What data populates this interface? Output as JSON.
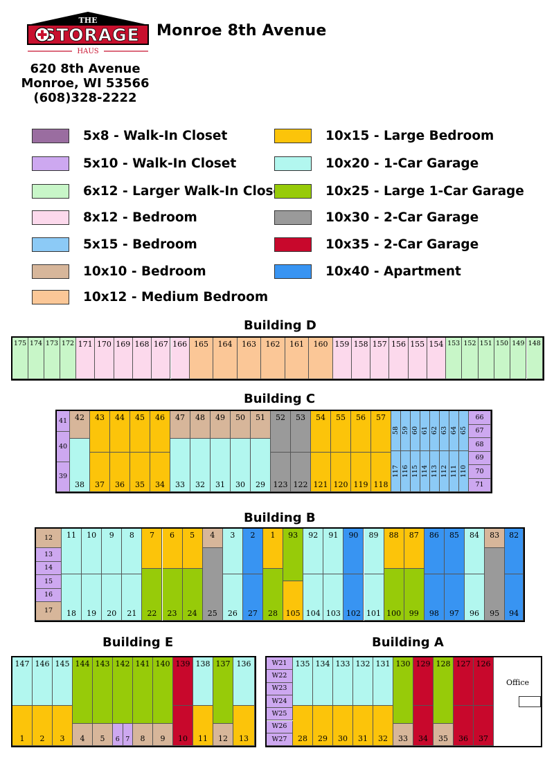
{
  "header": {
    "logo": {
      "top_text": "THE",
      "main_text": "STORAGE",
      "bottom_text": "HAUS"
    },
    "site_title": "Monroe 8th Avenue",
    "address_lines": [
      "620 8th Avenue",
      "Monroe, WI 53566",
      "(608)328-2222"
    ]
  },
  "colors": {
    "5x8": "#9a6da0",
    "5x10": "#cda8f0",
    "6x12": "#c8f6c8",
    "8x12": "#fcd9ec",
    "5x15": "#8ccaf6",
    "10x10": "#d7b69a",
    "10x12": "#fbc797",
    "10x15": "#fcc40a",
    "10x20": "#b2f7ef",
    "10x25": "#97cb09",
    "10x30": "#9a9a9a",
    "10x35": "#c8082c",
    "10x40": "#3894f2",
    "office": "#ffffff"
  },
  "legend": [
    {
      "key": "5x8",
      "label": "5x8 - Walk-In Closet"
    },
    {
      "key": "5x10",
      "label": "5x10 - Walk-In Closet"
    },
    {
      "key": "6x12",
      "label": "6x12 - Larger Walk-In Closet"
    },
    {
      "key": "8x12",
      "label": "8x12 - Bedroom"
    },
    {
      "key": "5x15",
      "label": "5x15 - Bedroom"
    },
    {
      "key": "10x10",
      "label": "10x10 - Bedroom"
    },
    {
      "key": "10x12",
      "label": "10x12 - Medium Bedroom"
    },
    {
      "key": "10x15",
      "label": "10x15 - Large Bedroom"
    },
    {
      "key": "10x20",
      "label": "10x20 - 1-Car Garage"
    },
    {
      "key": "10x25",
      "label": "10x25 - Large 1-Car Garage"
    },
    {
      "key": "10x30",
      "label": "10x30 - 2-Car Garage"
    },
    {
      "key": "10x35",
      "label": "10x35 - 2-Car Garage"
    },
    {
      "key": "10x40",
      "label": "10x40 - Apartment"
    }
  ],
  "buildings": [
    {
      "id": "D",
      "title": "Building D",
      "units": [
        {
          "n": "175",
          "t": "6x12"
        },
        {
          "n": "174",
          "t": "6x12"
        },
        {
          "n": "173",
          "t": "6x12"
        },
        {
          "n": "172",
          "t": "6x12"
        },
        {
          "n": "171",
          "t": "8x12"
        },
        {
          "n": "170",
          "t": "8x12"
        },
        {
          "n": "169",
          "t": "8x12"
        },
        {
          "n": "168",
          "t": "8x12"
        },
        {
          "n": "167",
          "t": "8x12"
        },
        {
          "n": "166",
          "t": "8x12"
        },
        {
          "n": "165",
          "t": "10x12"
        },
        {
          "n": "164",
          "t": "10x12"
        },
        {
          "n": "163",
          "t": "10x12"
        },
        {
          "n": "162",
          "t": "10x12"
        },
        {
          "n": "161",
          "t": "10x12"
        },
        {
          "n": "160",
          "t": "10x12"
        },
        {
          "n": "159",
          "t": "8x12"
        },
        {
          "n": "158",
          "t": "8x12"
        },
        {
          "n": "157",
          "t": "8x12"
        },
        {
          "n": "156",
          "t": "8x12"
        },
        {
          "n": "155",
          "t": "8x12"
        },
        {
          "n": "154",
          "t": "8x12"
        },
        {
          "n": "153",
          "t": "6x12"
        },
        {
          "n": "152",
          "t": "6x12"
        },
        {
          "n": "151",
          "t": "6x12"
        },
        {
          "n": "150",
          "t": "6x12"
        },
        {
          "n": "149",
          "t": "6x12"
        },
        {
          "n": "148",
          "t": "6x12"
        }
      ]
    },
    {
      "id": "C",
      "title": "Building C",
      "units": [
        {
          "n": "41",
          "t": "5x10"
        },
        {
          "n": "40",
          "t": "5x10"
        },
        {
          "n": "39",
          "t": "5x10"
        },
        {
          "n": "42",
          "t": "10x10"
        },
        {
          "n": "38",
          "t": "10x20"
        },
        {
          "n": "43",
          "t": "10x15"
        },
        {
          "n": "37",
          "t": "10x15"
        },
        {
          "n": "44",
          "t": "10x15"
        },
        {
          "n": "36",
          "t": "10x15"
        },
        {
          "n": "45",
          "t": "10x15"
        },
        {
          "n": "35",
          "t": "10x15"
        },
        {
          "n": "46",
          "t": "10x15"
        },
        {
          "n": "34",
          "t": "10x15"
        },
        {
          "n": "47",
          "t": "10x10"
        },
        {
          "n": "33",
          "t": "10x20"
        },
        {
          "n": "48",
          "t": "10x10"
        },
        {
          "n": "32",
          "t": "10x20"
        },
        {
          "n": "49",
          "t": "10x10"
        },
        {
          "n": "31",
          "t": "10x20"
        },
        {
          "n": "50",
          "t": "10x10"
        },
        {
          "n": "30",
          "t": "10x20"
        },
        {
          "n": "51",
          "t": "10x10"
        },
        {
          "n": "29",
          "t": "10x20"
        },
        {
          "n": "52",
          "t": "10x30"
        },
        {
          "n": "123",
          "t": "10x30"
        },
        {
          "n": "53",
          "t": "10x30"
        },
        {
          "n": "122",
          "t": "10x30"
        },
        {
          "n": "54",
          "t": "10x15"
        },
        {
          "n": "121",
          "t": "10x15"
        },
        {
          "n": "55",
          "t": "10x15"
        },
        {
          "n": "120",
          "t": "10x15"
        },
        {
          "n": "56",
          "t": "10x15"
        },
        {
          "n": "119",
          "t": "10x15"
        },
        {
          "n": "57",
          "t": "10x15"
        },
        {
          "n": "118",
          "t": "10x15"
        },
        {
          "n": "58",
          "t": "5x15"
        },
        {
          "n": "59",
          "t": "5x15"
        },
        {
          "n": "60",
          "t": "5x15"
        },
        {
          "n": "61",
          "t": "5x15"
        },
        {
          "n": "62",
          "t": "5x15"
        },
        {
          "n": "63",
          "t": "5x15"
        },
        {
          "n": "64",
          "t": "5x15"
        },
        {
          "n": "65",
          "t": "5x15"
        },
        {
          "n": "117",
          "t": "5x15"
        },
        {
          "n": "116",
          "t": "5x15"
        },
        {
          "n": "115",
          "t": "5x15"
        },
        {
          "n": "114",
          "t": "5x15"
        },
        {
          "n": "113",
          "t": "5x15"
        },
        {
          "n": "112",
          "t": "5x15"
        },
        {
          "n": "111",
          "t": "5x15"
        },
        {
          "n": "110",
          "t": "5x15"
        },
        {
          "n": "66",
          "t": "5x10"
        },
        {
          "n": "67",
          "t": "5x10"
        },
        {
          "n": "68",
          "t": "5x10"
        },
        {
          "n": "69",
          "t": "5x10"
        },
        {
          "n": "70",
          "t": "5x10"
        },
        {
          "n": "71",
          "t": "5x10"
        }
      ]
    },
    {
      "id": "B",
      "title": "Building B",
      "units": [
        {
          "n": "12",
          "t": "10x10"
        },
        {
          "n": "13",
          "t": "5x10"
        },
        {
          "n": "14",
          "t": "5x10"
        },
        {
          "n": "15",
          "t": "5x10"
        },
        {
          "n": "16",
          "t": "5x10"
        },
        {
          "n": "17",
          "t": "10x10"
        },
        {
          "n": "11",
          "t": "10x20"
        },
        {
          "n": "18",
          "t": "10x20"
        },
        {
          "n": "10",
          "t": "10x20"
        },
        {
          "n": "19",
          "t": "10x20"
        },
        {
          "n": "9",
          "t": "10x20"
        },
        {
          "n": "20",
          "t": "10x20"
        },
        {
          "n": "8",
          "t": "10x20"
        },
        {
          "n": "21",
          "t": "10x20"
        },
        {
          "n": "7",
          "t": "10x15"
        },
        {
          "n": "22",
          "t": "10x25"
        },
        {
          "n": "6",
          "t": "10x15"
        },
        {
          "n": "23",
          "t": "10x25"
        },
        {
          "n": "5",
          "t": "10x15"
        },
        {
          "n": "24",
          "t": "10x25"
        },
        {
          "n": "4",
          "t": "10x10"
        },
        {
          "n": "25",
          "t": "10x30"
        },
        {
          "n": "3",
          "t": "10x20"
        },
        {
          "n": "26",
          "t": "10x20"
        },
        {
          "n": "2",
          "t": "10x40"
        },
        {
          "n": "27",
          "t": "10x40"
        },
        {
          "n": "1",
          "t": "10x15"
        },
        {
          "n": "28",
          "t": "10x25"
        },
        {
          "n": "93",
          "t": "10x25"
        },
        {
          "n": "105",
          "t": "10x15"
        },
        {
          "n": "92",
          "t": "10x20"
        },
        {
          "n": "104",
          "t": "10x20"
        },
        {
          "n": "91",
          "t": "10x20"
        },
        {
          "n": "103",
          "t": "10x20"
        },
        {
          "n": "90",
          "t": "10x40"
        },
        {
          "n": "102",
          "t": "10x40"
        },
        {
          "n": "89",
          "t": "10x20"
        },
        {
          "n": "101",
          "t": "10x20"
        },
        {
          "n": "88",
          "t": "10x15"
        },
        {
          "n": "100",
          "t": "10x25"
        },
        {
          "n": "87",
          "t": "10x15"
        },
        {
          "n": "99",
          "t": "10x25"
        },
        {
          "n": "86",
          "t": "10x40"
        },
        {
          "n": "98",
          "t": "10x40"
        },
        {
          "n": "85",
          "t": "10x40"
        },
        {
          "n": "97",
          "t": "10x40"
        },
        {
          "n": "84",
          "t": "10x20"
        },
        {
          "n": "96",
          "t": "10x20"
        },
        {
          "n": "83",
          "t": "10x10"
        },
        {
          "n": "95",
          "t": "10x30"
        },
        {
          "n": "82",
          "t": "10x40"
        },
        {
          "n": "94",
          "t": "10x40"
        }
      ]
    },
    {
      "id": "E",
      "title": "Building E",
      "units": [
        {
          "n": "147",
          "t": "10x20"
        },
        {
          "n": "1",
          "t": "10x15"
        },
        {
          "n": "146",
          "t": "10x20"
        },
        {
          "n": "2",
          "t": "10x15"
        },
        {
          "n": "145",
          "t": "10x20"
        },
        {
          "n": "3",
          "t": "10x15"
        },
        {
          "n": "144",
          "t": "10x25"
        },
        {
          "n": "4",
          "t": "10x10"
        },
        {
          "n": "143",
          "t": "10x25"
        },
        {
          "n": "5",
          "t": "10x10"
        },
        {
          "n": "142",
          "t": "10x25"
        },
        {
          "n": "6",
          "t": "5x10"
        },
        {
          "n": "7",
          "t": "5x10"
        },
        {
          "n": "141",
          "t": "10x25"
        },
        {
          "n": "8",
          "t": "10x10"
        },
        {
          "n": "140",
          "t": "10x25"
        },
        {
          "n": "9",
          "t": "10x10"
        },
        {
          "n": "139",
          "t": "10x35"
        },
        {
          "n": "10",
          "t": "10x35"
        },
        {
          "n": "138",
          "t": "10x20"
        },
        {
          "n": "11",
          "t": "10x15"
        },
        {
          "n": "137",
          "t": "10x25"
        },
        {
          "n": "12",
          "t": "10x10"
        },
        {
          "n": "136",
          "t": "10x20"
        },
        {
          "n": "13",
          "t": "10x15"
        }
      ]
    },
    {
      "id": "A",
      "title": "Building A",
      "units": [
        {
          "n": "W21",
          "t": "5x10"
        },
        {
          "n": "W22",
          "t": "5x10"
        },
        {
          "n": "W23",
          "t": "5x10"
        },
        {
          "n": "W24",
          "t": "5x10"
        },
        {
          "n": "W25",
          "t": "5x10"
        },
        {
          "n": "W26",
          "t": "5x10"
        },
        {
          "n": "W27",
          "t": "5x10"
        },
        {
          "n": "135",
          "t": "10x20"
        },
        {
          "n": "28",
          "t": "10x15"
        },
        {
          "n": "134",
          "t": "10x20"
        },
        {
          "n": "29",
          "t": "10x15"
        },
        {
          "n": "133",
          "t": "10x20"
        },
        {
          "n": "30",
          "t": "10x15"
        },
        {
          "n": "132",
          "t": "10x20"
        },
        {
          "n": "31",
          "t": "10x15"
        },
        {
          "n": "131",
          "t": "10x20"
        },
        {
          "n": "32",
          "t": "10x15"
        },
        {
          "n": "130",
          "t": "10x25"
        },
        {
          "n": "33",
          "t": "10x10"
        },
        {
          "n": "129",
          "t": "10x35"
        },
        {
          "n": "34",
          "t": "10x35"
        },
        {
          "n": "128",
          "t": "10x25"
        },
        {
          "n": "35",
          "t": "10x10"
        },
        {
          "n": "127",
          "t": "10x35"
        },
        {
          "n": "36",
          "t": "10x35"
        },
        {
          "n": "126",
          "t": "10x35"
        },
        {
          "n": "37",
          "t": "10x35"
        }
      ],
      "office_label": "Office"
    }
  ]
}
